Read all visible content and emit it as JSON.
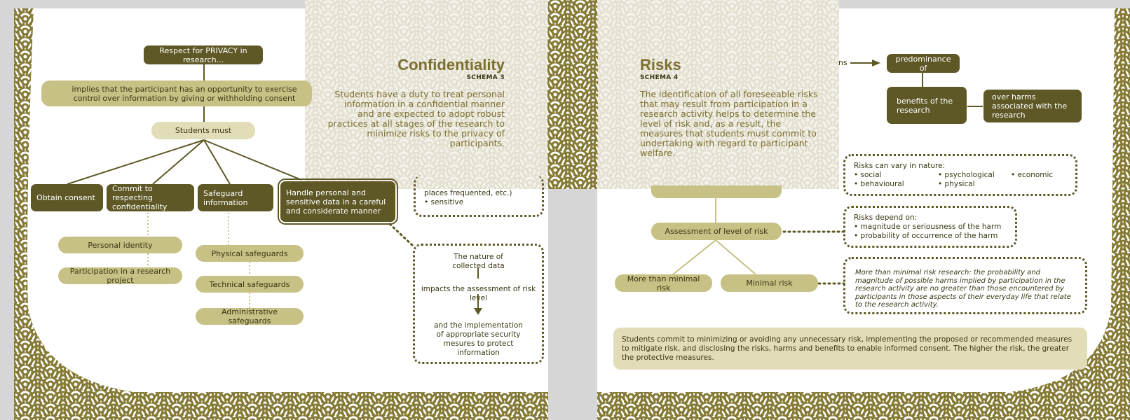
{
  "left_panel": {
    "root": "Respect for PRIVACY in research...",
    "implies": "implies that the participant has an opportunity to exercise control over information by giving or withholding consent",
    "students_must": "Students must",
    "branches": [
      {
        "label": "Obtain consent"
      },
      {
        "label": "Commit to respecting confidentiality"
      },
      {
        "label": "Safeguard information"
      },
      {
        "label": "Handle personal and sensitive data in a careful and considerate manner"
      }
    ],
    "confidentiality_items": [
      "Personal identity",
      "Participation in a research project"
    ],
    "safeguards": [
      "Physical safeguards",
      "Technical safeguards",
      "Administrative safeguards"
    ],
    "partial_box_lines": [
      "places frequented, etc.)",
      "sensitive"
    ],
    "nature_box": {
      "line1": "The nature of collected data",
      "line2": "impacts the assessment of risk level",
      "line3": "and the implementation of appropriate security mesures to protect information"
    }
  },
  "confidentiality_overlay": {
    "title": "Confidentiality",
    "schema": "SCHEMA 3",
    "body": "Students have a duty to treat personal information in a confidential manner and are expected to adopt robust practices at all stages of the research to minimize risks to the privacy of participants."
  },
  "risks_overlay": {
    "title": "Risks",
    "schema": "SCHEMA 4",
    "body": "The identification of all foreseeable risks that may result from participation in a research activity helps to determine the level of risk and, as a result, the measures that students must commit to undertaking with regard to participant welfare."
  },
  "right_panel": {
    "partial_word": "ns",
    "predominance": "predominance of",
    "benefits": "benefits of the research",
    "over_harms": "over harms associated with the research",
    "vary": {
      "heading": "Risks can vary in nature:",
      "items": [
        "social",
        "psychological",
        "economic",
        "behavioural",
        "physical"
      ]
    },
    "depend": {
      "heading": "Risks depend on:",
      "items": [
        "magnitude or seriousness of the harm",
        "probability of occurrence of the harm"
      ]
    },
    "assessment": "Assessment of level of risk",
    "more_than_minimal": "More than minimal risk",
    "minimal": "Minimal risk",
    "definition": "More than minimal risk research: the probability and magnitude of possible harms implied by participation in the research activity are no greater than those encountered by participants in those aspects of their everyday life that relate to the research activity.",
    "commitment": "Students commit to minimizing or avoiding any unnecessary risk, implementing the proposed or recommended measures to mitigate risk, and disclosing the risks, harms and benefits to enable informed consent. The higher the risk, the greater the protective measures."
  },
  "colors": {
    "olive_dark": "#5e5826",
    "olive_mid": "#c7c186",
    "olive_light": "#e1ddb8",
    "pattern": "#857a35"
  }
}
